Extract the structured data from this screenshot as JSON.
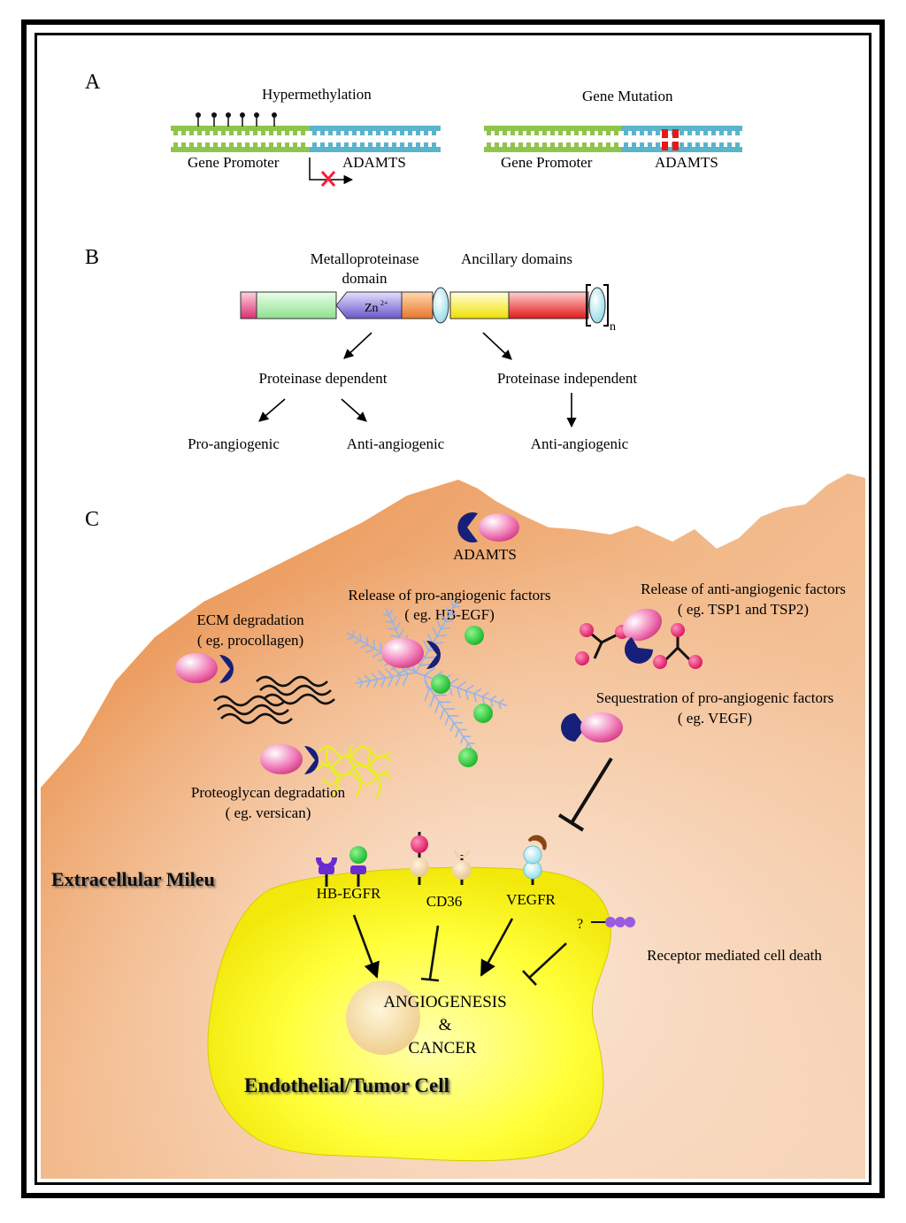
{
  "panel_a": {
    "label": "A",
    "left": {
      "title": "Hypermethylation",
      "promoter": "Gene Promoter",
      "gene": "ADAMTS"
    },
    "right": {
      "title": "Gene Mutation",
      "promoter": "Gene Promoter",
      "gene": "ADAMTS"
    }
  },
  "panel_b": {
    "label": "B",
    "metallo_line1": "Metalloproteinase",
    "metallo_line2": "domain",
    "ancillary": "Ancillary domains",
    "zinc": "Zn",
    "zinc_sup": "2+",
    "repeat_n": "n",
    "proteinase_dependent": "Proteinase dependent",
    "proteinase_independent": "Proteinase independent",
    "pro_angiogenic": "Pro-angiogenic",
    "anti_angiogenic_left": "Anti-angiogenic",
    "anti_angiogenic_right": "Anti-angiogenic"
  },
  "panel_c": {
    "label": "C",
    "adamts": "ADAMTS",
    "ecm_line1": "ECM degradation",
    "ecm_line2": "( eg. procollagen)",
    "release_pro_line1": "Release of pro-angiogenic factors",
    "release_pro_line2": "( eg. HB-EGF)",
    "release_anti_line1": "Release of anti-angiogenic factors",
    "release_anti_line2": "( eg. TSP1 and TSP2)",
    "seq_line1": "Sequestration of pro-angiogenic factors",
    "seq_line2": "( eg. VEGF)",
    "proteo_line1": "Proteoglycan degradation",
    "proteo_line2": "( eg. versican)",
    "extracellular": "Extracellular Mileu",
    "hbegfr": "HB-EGFR",
    "cd36": "CD36",
    "vegfr": "VEGFR",
    "question": "?",
    "receptor_death": "Receptor mediated cell death",
    "angio_line1": "ANGIOGENESIS",
    "angio_line2": "&",
    "angio_line3": "CANCER",
    "cell": "Endothelial/Tumor Cell"
  },
  "colors": {
    "tissue": "#f0a060",
    "cell": "#ffff33",
    "enzyme_pink": "#e8479a",
    "enzyme_navy": "#16207a",
    "growth_factor": "#22cc33",
    "inhibitor_red": "#e81d6b",
    "vegf_brown": "#a0522d"
  }
}
